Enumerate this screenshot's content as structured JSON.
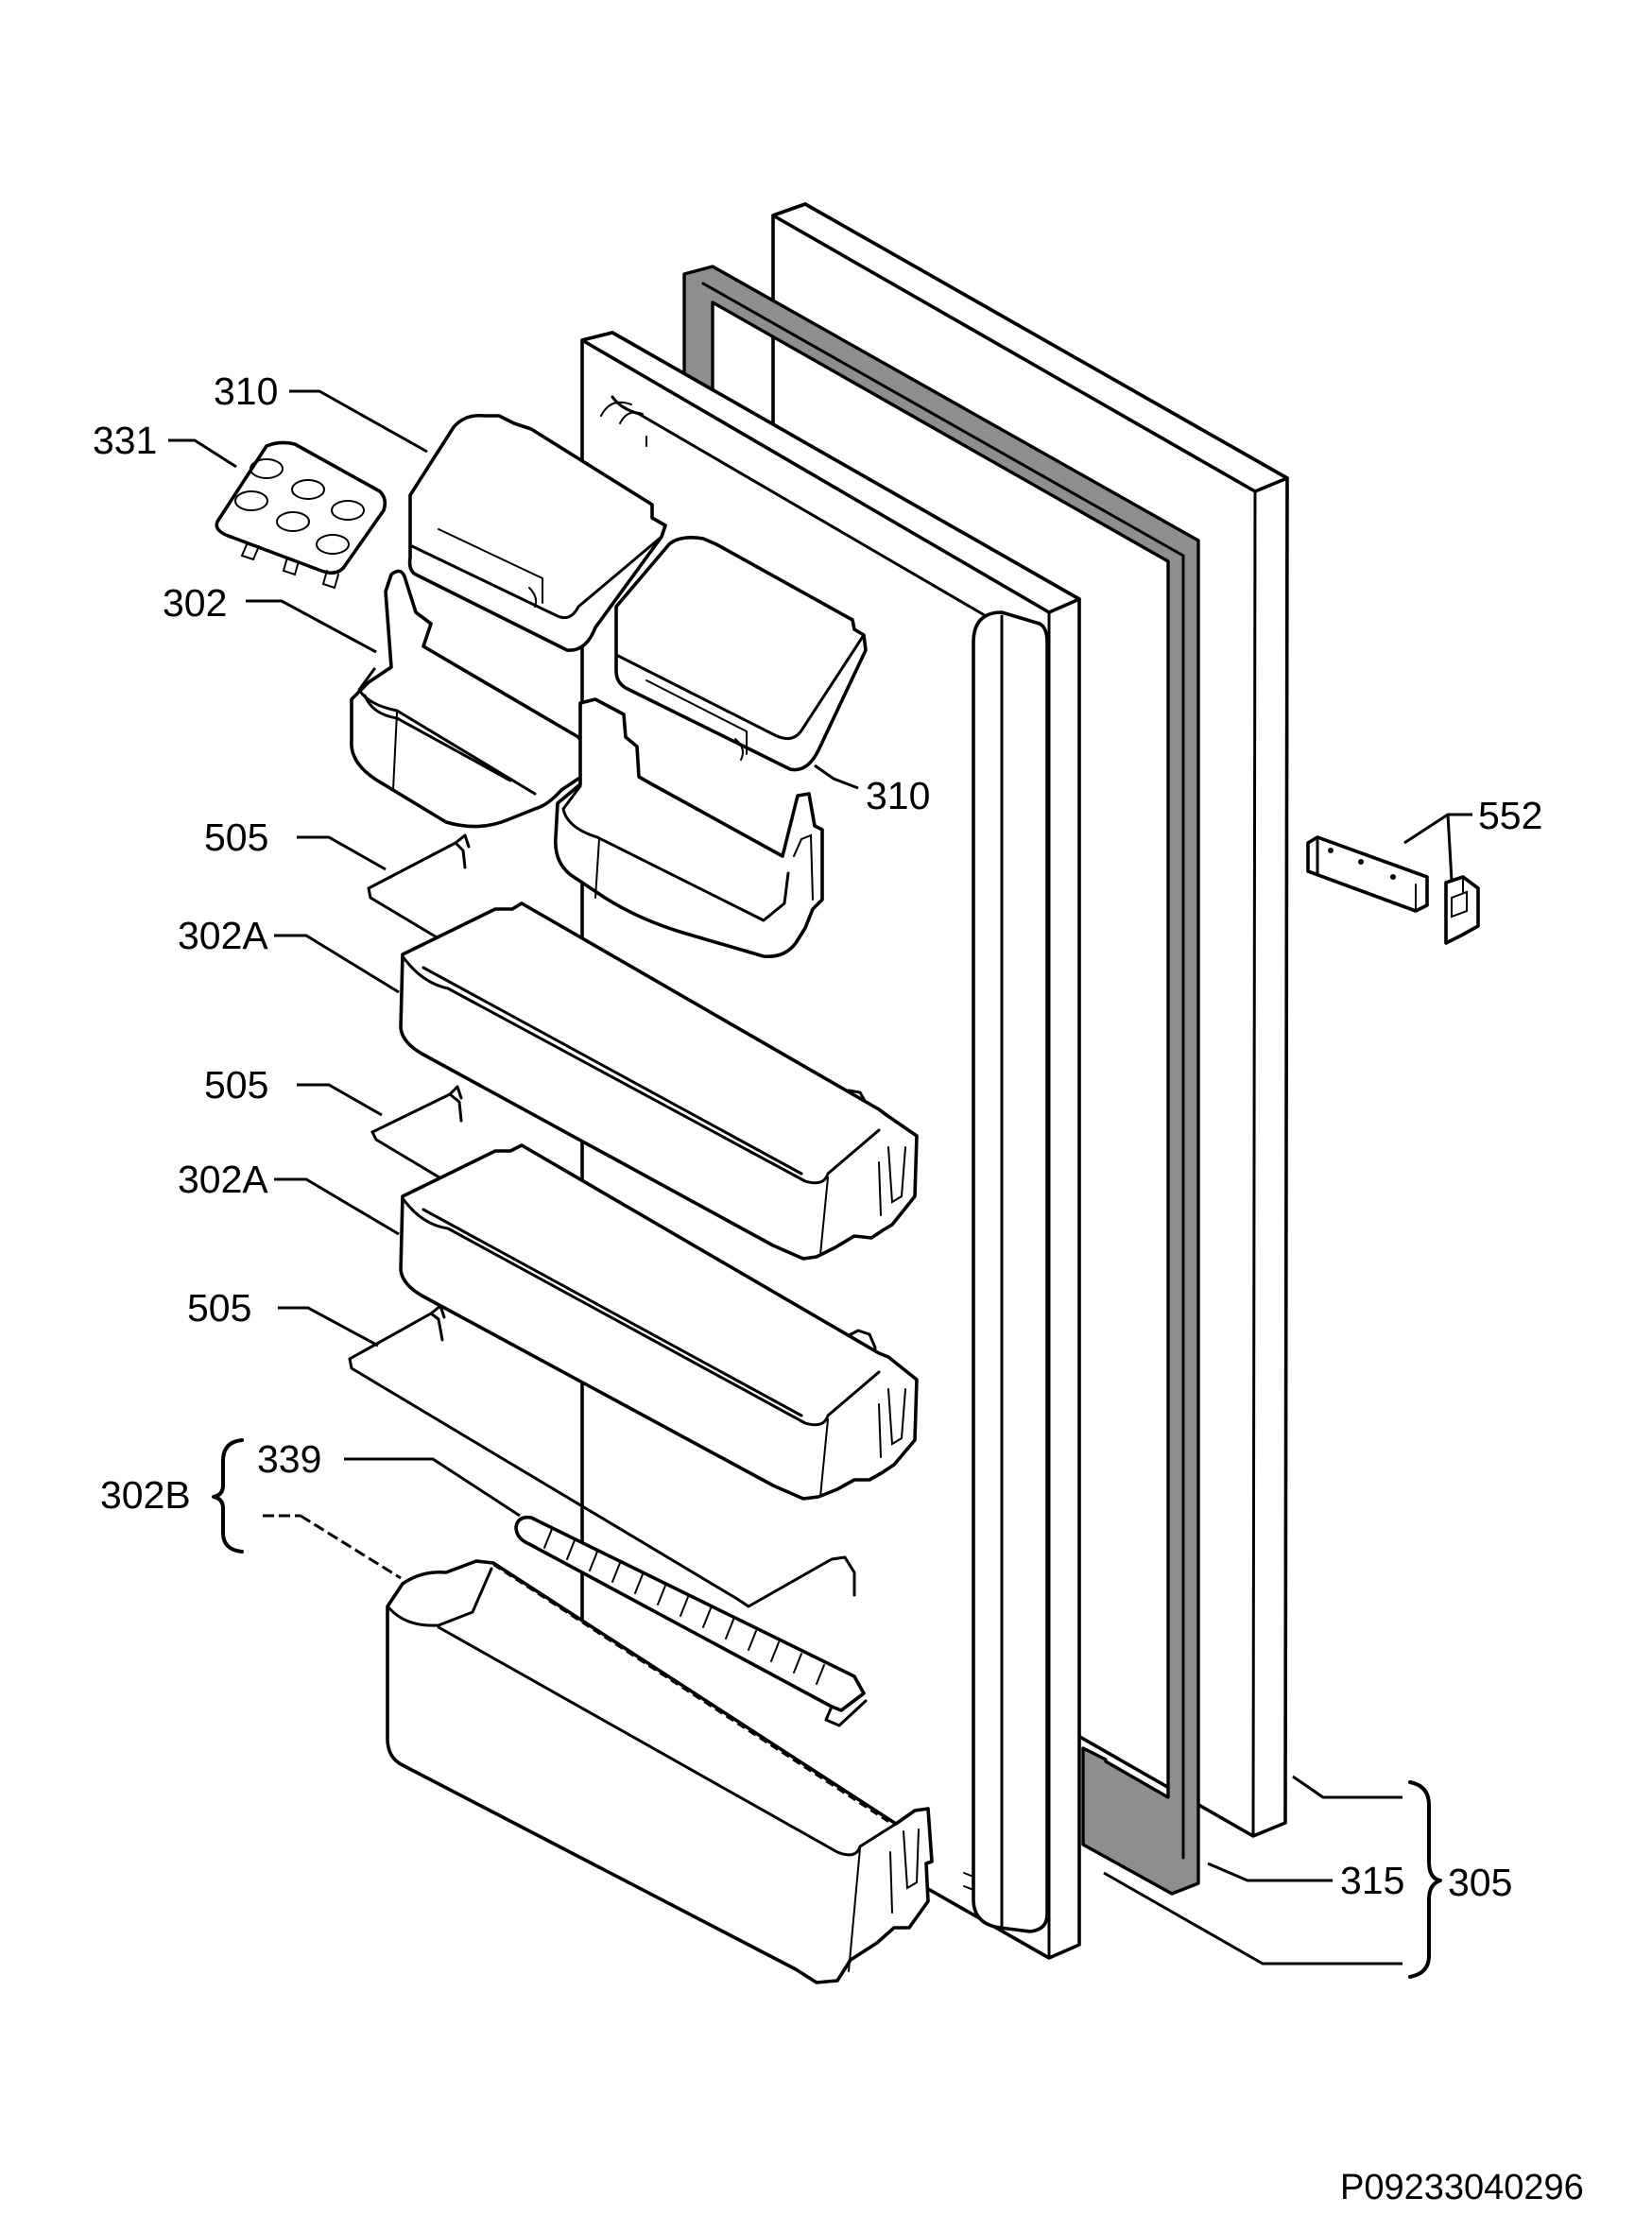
{
  "diagram": {
    "labels": {
      "p310_top": "310",
      "p331": "331",
      "p302": "302",
      "p310_right": "310",
      "p552": "552",
      "p505_a": "505",
      "p302a_a": "302A",
      "p505_b": "505",
      "p302a_b": "302A",
      "p505_c": "505",
      "p302b": "302B",
      "p339": "339",
      "p315": "315",
      "p305": "305"
    },
    "document_id": "P09233040296"
  }
}
